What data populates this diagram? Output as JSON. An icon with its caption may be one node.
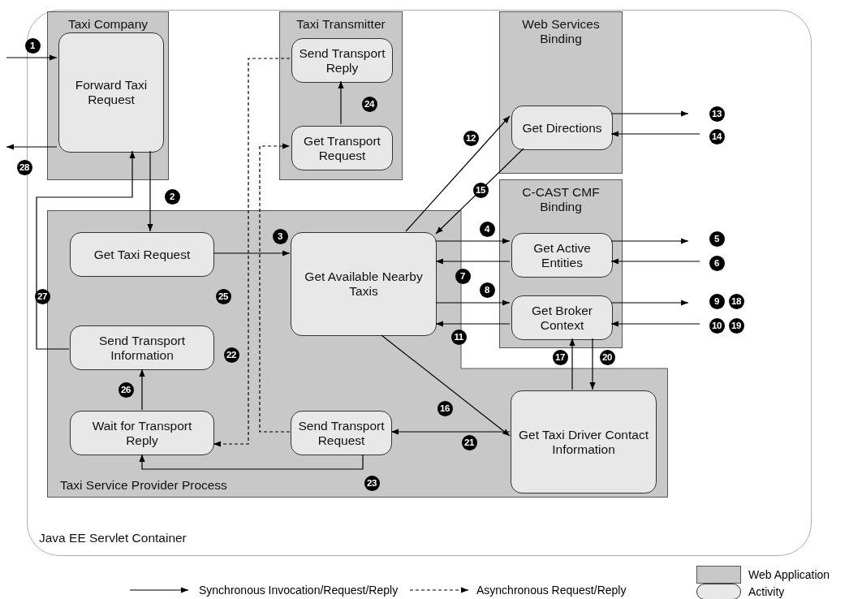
{
  "diagram": {
    "nodes": [
      {
        "text": [
          "Java EE Servlet Container"
        ]
      },
      {
        "text": [
          "Taxi Company"
        ],
        "in": 0
      },
      {
        "text": [
          "Forward Taxi Request"
        ],
        "in": 1
      },
      {
        "text": [
          "Taxi Transmitter"
        ],
        "in": 0
      },
      {
        "text": [
          "Send Transport Reply"
        ],
        "in": 3
      },
      {
        "text": [
          "Get Transport Request"
        ],
        "in": 3
      },
      {
        "text": [
          "Web Services Binding"
        ],
        "in": 0
      },
      {
        "text": [
          "Get Directions"
        ],
        "in": 6
      },
      {
        "text": [
          "C-CAST CMF Binding"
        ],
        "in": 0
      },
      {
        "text": [
          "Get Active Entities"
        ],
        "in": 8
      },
      {
        "text": [
          "Get Broker Context"
        ],
        "in": 8
      },
      {
        "text": [
          "Taxi Service Provider Process"
        ],
        "in": 0
      },
      {
        "text": [
          "Get Taxi Request"
        ],
        "in": 11
      },
      {
        "text": [
          "Get Available Nearby Taxis"
        ],
        "in": 11
      },
      {
        "text": [
          "Send Transport Information"
        ],
        "in": 11
      },
      {
        "text": [
          "Wait for Transport Reply"
        ],
        "in": 11
      },
      {
        "text": [
          "Send Transport Request"
        ],
        "in": 11
      },
      {
        "text": [
          "Get Taxi Driver Contact Information"
        ],
        "in": 11
      }
    ],
    "edges": [
      {
        "from": null,
        "to": 2,
        "arrow": "to"
      },
      {
        "from": 2,
        "to": null,
        "arrow": "to"
      },
      {
        "from": 2,
        "to": 12,
        "arrow": "to"
      },
      {
        "from": 12,
        "to": 13,
        "arrow": "to"
      },
      {
        "from": 13,
        "to": 7,
        "arrow": "to"
      },
      {
        "from": 7,
        "to": 13,
        "arrow": "to"
      },
      {
        "from": 13,
        "to": 9,
        "arrow": "to"
      },
      {
        "from": 9,
        "to": 13,
        "arrow": "to"
      },
      {
        "from": 13,
        "to": 10,
        "arrow": "to"
      },
      {
        "from": 10,
        "to": 13,
        "arrow": "to"
      },
      {
        "from": 9,
        "to": null,
        "arrow": "to"
      },
      {
        "from": null,
        "to": 9,
        "arrow": "to"
      },
      {
        "from": 10,
        "to": null,
        "arrow": "to"
      },
      {
        "from": null,
        "to": 10,
        "arrow": "to"
      },
      {
        "from": 7,
        "to": null,
        "arrow": "to"
      },
      {
        "from": null,
        "to": 7,
        "arrow": "to"
      },
      {
        "from": 13,
        "to": 17,
        "arrow": "to"
      },
      {
        "from": 17,
        "to": 10,
        "arrow": "to"
      },
      {
        "from": 10,
        "to": 17,
        "arrow": "to"
      },
      {
        "from": 17,
        "to": 16,
        "arrow": "to"
      },
      {
        "from": 16,
        "to": 5,
        "arrow": "to",
        "style": "dashed"
      },
      {
        "from": 4,
        "to": 15,
        "arrow": "to",
        "style": "dashed"
      },
      {
        "from": 5,
        "to": 4,
        "arrow": "to"
      },
      {
        "from": 16,
        "to": 15,
        "arrow": "to"
      },
      {
        "from": 15,
        "to": 14,
        "arrow": "to"
      },
      {
        "from": 14,
        "to": 2,
        "arrow": "to"
      }
    ],
    "labels": [
      "1",
      "13",
      "28",
      "14",
      "12",
      "2",
      "15",
      "4",
      "5",
      "3",
      "6",
      "27",
      "7",
      "8",
      "25",
      "9",
      "18",
      "10",
      "19",
      "11",
      "22",
      "17",
      "20",
      "26",
      "16",
      "21",
      "23",
      "24"
    ],
    "legend": [
      {
        "text": "Web Application",
        "color": "#c8c8c8"
      },
      {
        "text": "Synchronous Invocation/Request/Reply"
      },
      {
        "text": "Asynchronous Request/Reply"
      },
      {
        "text": "Activity"
      }
    ]
  }
}
